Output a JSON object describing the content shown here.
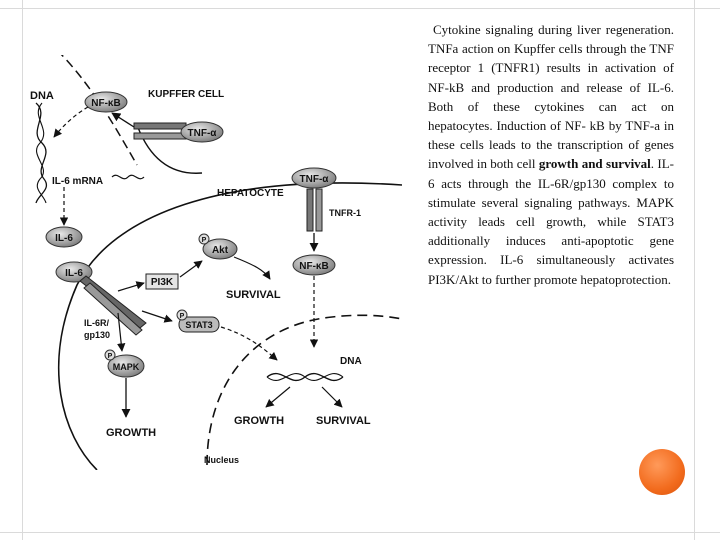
{
  "caption": {
    "p1": "Cytokine signaling during liver regeneration. TNFa action on Kupffer cells through the TNF receptor 1 (TNFR1) results in activation of NF-kB and production and release of IL-6. Both of these cytokines can act on hepatocytes. Induction of NF- kB by TNF-a in these cells leads to the transcription of genes involved in both cell ",
    "bold": "growth and survival",
    "p2": ". IL-6 acts through the IL-6R/gp130 complex to stimulate several signaling pathways. MAPK activity leads cell growth, while STAT3 additionally induces anti-apoptotic gene expression. IL-6 simultaneously activates PI3K/Akt to further promote hepatoprotection."
  },
  "diagram": {
    "dna_top": "DNA",
    "nfkb_kupffer": "NF-κB",
    "kupffer_cell": "KUPFFER CELL",
    "tnf_kupffer": "TNF-α",
    "il6_mrna": "IL-6 mRNA",
    "hepatocyte": "HEPATOCYTE",
    "tnf_hep": "TNF-α",
    "tnfr1": "TNFR-1",
    "il6_free": "IL-6",
    "il6_bound": "IL-6",
    "p_akt": "P",
    "akt": "Akt",
    "pi3k": "PI3K",
    "nfkb_hep": "NF-κB",
    "survival_mid": "SURVIVAL",
    "il6r_gp130_line1": "IL-6R/",
    "il6r_gp130_line2": "gp130",
    "p_stat3": "P",
    "stat3": "STAT3",
    "p_mapk": "P",
    "mapk": "MAPK",
    "dna_nucleus": "DNA",
    "growth_nucleus": "GROWTH",
    "survival_nucleus": "SURVIVAL",
    "growth_left": "GROWTH",
    "nucleus": "Nucleus"
  }
}
